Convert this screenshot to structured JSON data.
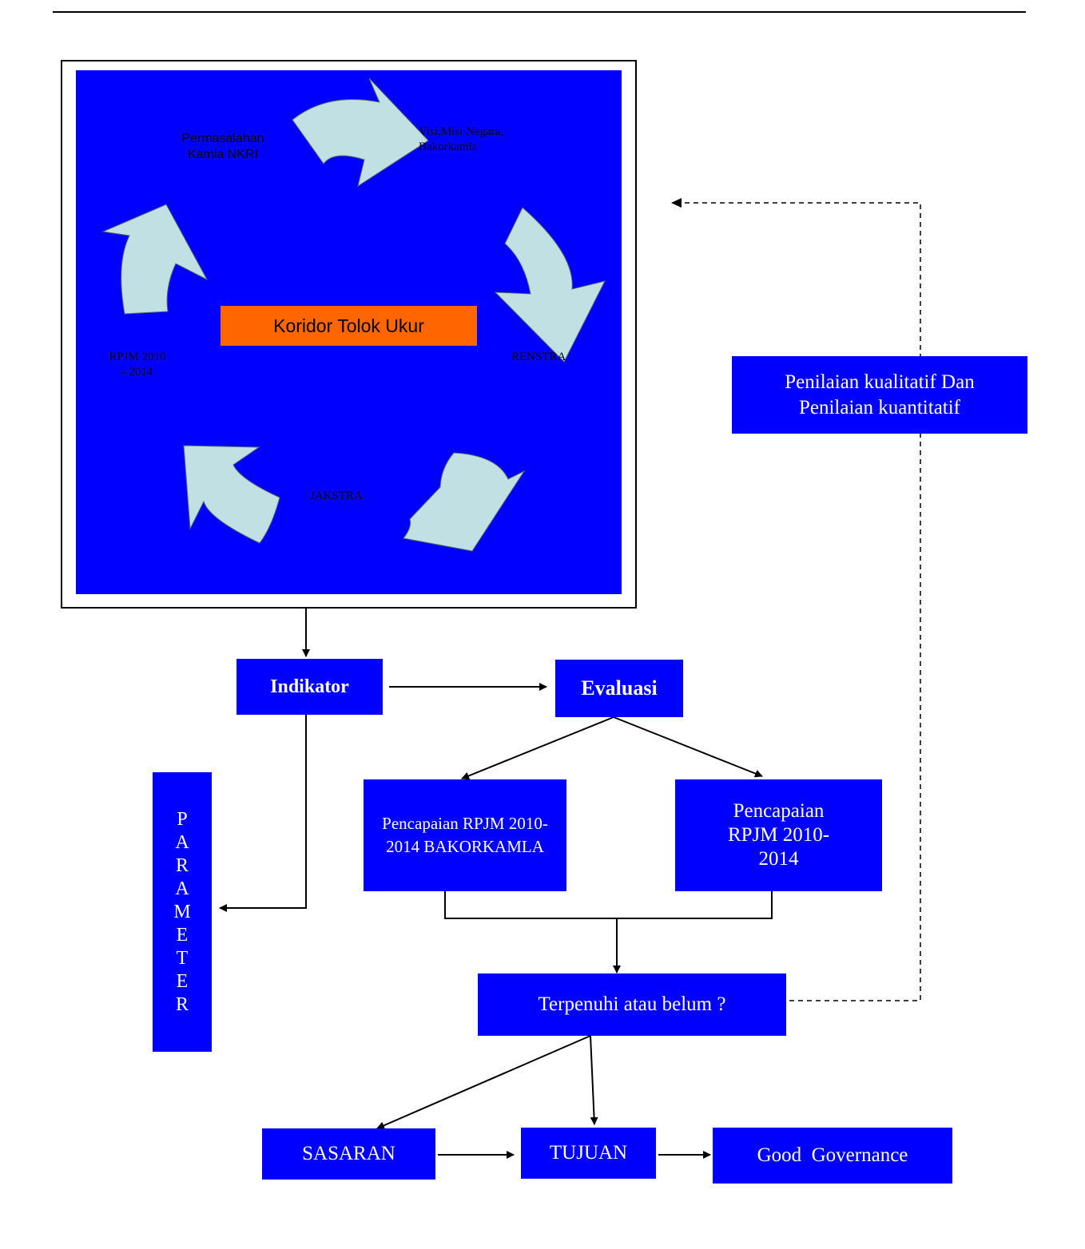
{
  "cycle": {
    "items": [
      "Permasalahan Kamla NKRI",
      "Visi,Misi Negara, Bakorkamla",
      "RENSTRA",
      "JAKSTRA",
      "RPJM 2010 - 2014"
    ],
    "center": "Koridor  Tolok Ukur"
  },
  "nodes": {
    "indikator": "Indikator",
    "evaluasi": "Evaluasi",
    "parameter": "PARAMETER",
    "pencapaian_left": "Pencapaian RPJM 2010-2014 BAKORKAMLA",
    "pencapaian_right": "Pencapaian RPJM 2010-2014",
    "terpenuhi": "Terpenuhi atau belum ?",
    "penilaian": "Penilaian kualitatif Dan Penilaian kuantitatif",
    "sasaran": "SASARAN",
    "tujuan": "TUJUAN",
    "good_governance": "Good  Governance"
  },
  "colors": {
    "box": "#0000ff",
    "arrow_fill": "#c0e0e4",
    "center_box": "#ff6600"
  }
}
